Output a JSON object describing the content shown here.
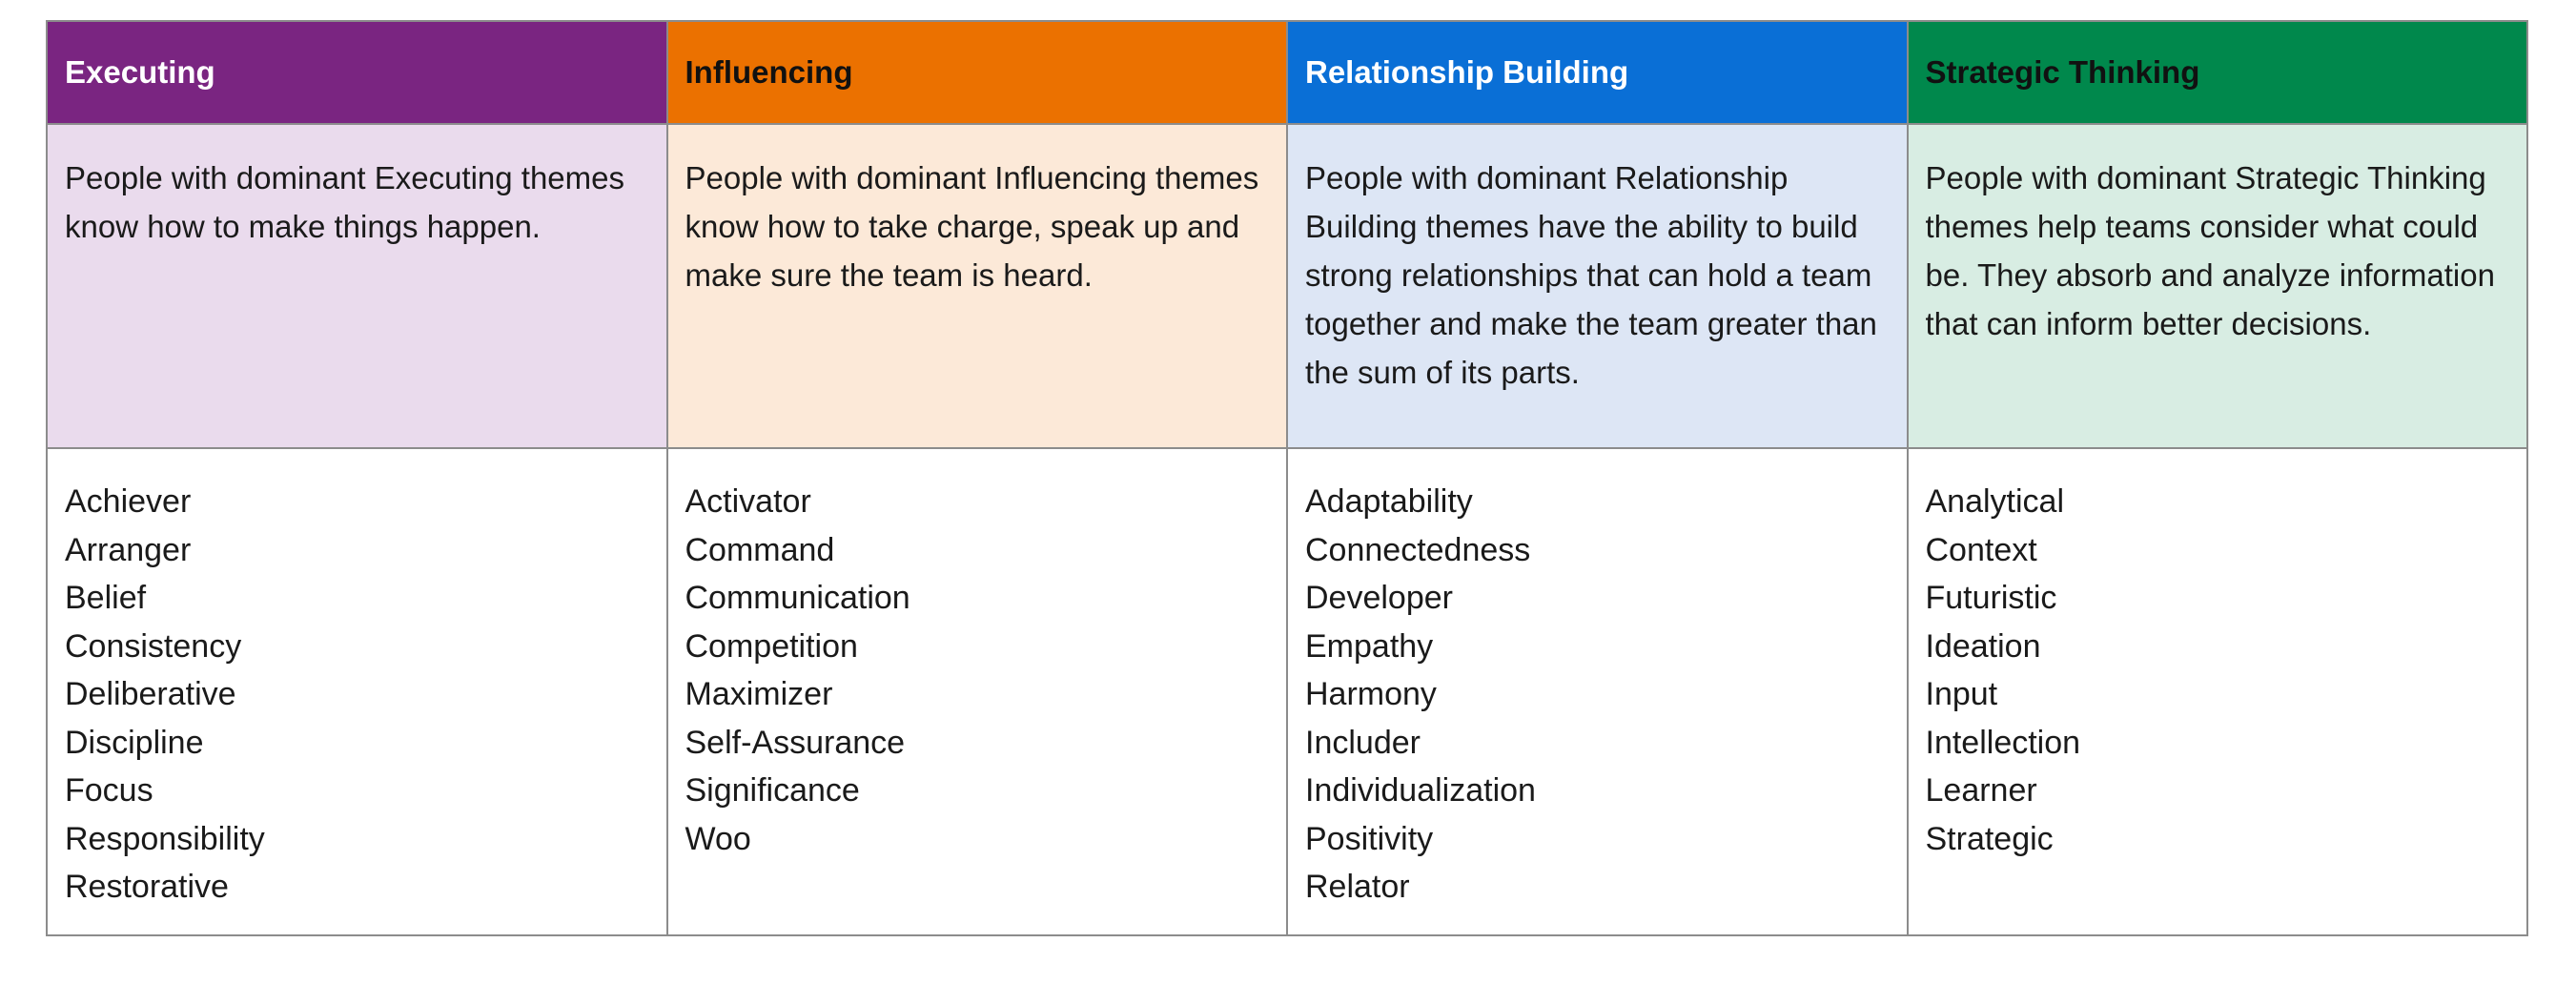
{
  "colors": {
    "executing_header": "#7a2581",
    "executing_body": "#eadbed",
    "influencing_header": "#eb7100",
    "influencing_body": "#fce9d8",
    "relationship_header": "#0a6fd6",
    "relationship_body": "#dde6f5",
    "strategic_header": "#00884c",
    "strategic_body": "#d8ede3",
    "border": "#8c8c8c"
  },
  "columns": [
    {
      "title": "Executing",
      "description": "People with dominant Executing themes know how to make things happen.",
      "themes": [
        "Achiever",
        "Arranger",
        "Belief",
        "Consistency",
        "Deliberative",
        "Discipline",
        "Focus",
        "Responsibility",
        "Restorative"
      ]
    },
    {
      "title": "Influencing",
      "description": "People with dominant Influencing themes know how to take charge, speak up and make sure the team is heard.",
      "themes": [
        "Activator",
        "Command",
        "Communication",
        "Competition",
        "Maximizer",
        "Self-Assurance",
        "Significance",
        "Woo"
      ]
    },
    {
      "title": "Relationship Building",
      "description": "People with dominant Relationship Building themes have the ability to build strong relationships that can hold a team together and make the team greater than the sum of its parts.",
      "themes": [
        "Adaptability",
        "Connectedness",
        "Developer",
        "Empathy",
        "Harmony",
        "Includer",
        "Individualization",
        "Positivity",
        "Relator"
      ]
    },
    {
      "title": "Strategic Thinking",
      "description": "People with dominant Strategic Thinking themes help teams consider what could be. They absorb and analyze information that can inform better decisions.",
      "themes": [
        "Analytical",
        "Context",
        "Futuristic",
        "Ideation",
        "Input",
        "Intellection",
        "Learner",
        "Strategic"
      ]
    }
  ]
}
